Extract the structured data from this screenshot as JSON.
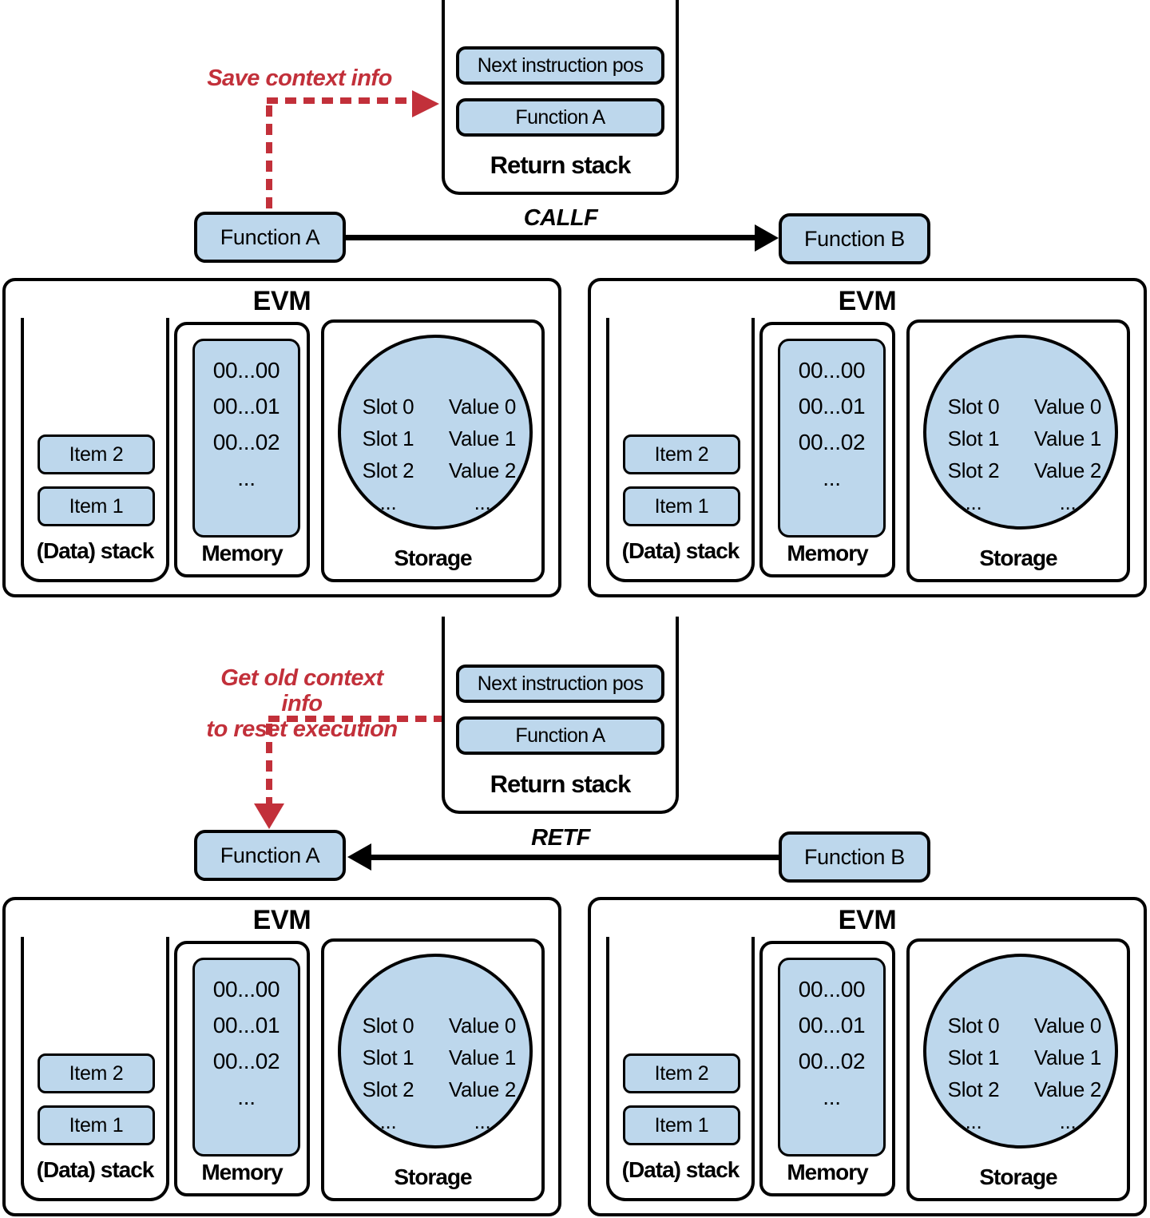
{
  "colors": {
    "fill_blue": "#BDD7EC",
    "line_black": "#000000",
    "accent_red": "#C2303A"
  },
  "top_flow": {
    "note": "Save context info",
    "opcode": "CALLF",
    "caller": "Function A",
    "callee": "Function B",
    "return_stack": {
      "label": "Return stack",
      "items": [
        "Next instruction pos",
        "Function A"
      ]
    }
  },
  "bottom_flow": {
    "note_line1": "Get old context info",
    "note_line2": "to reset execution",
    "opcode": "RETF",
    "caller": "Function A",
    "callee": "Function B",
    "return_stack": {
      "label": "Return stack",
      "items": [
        "Next instruction pos",
        "Function A"
      ]
    }
  },
  "evm": {
    "title": "EVM",
    "data_stack": {
      "label": "(Data) stack",
      "items": [
        "Item 2",
        "Item 1"
      ]
    },
    "memory": {
      "label": "Memory",
      "cells": [
        "00...00",
        "00...01",
        "00...02",
        "..."
      ]
    },
    "storage": {
      "label": "Storage",
      "rows": [
        {
          "slot": "Slot 0",
          "value": "Value 0"
        },
        {
          "slot": "Slot 1",
          "value": "Value 1"
        },
        {
          "slot": "Slot 2",
          "value": "Value 2"
        },
        {
          "slot": "...",
          "value": "..."
        }
      ]
    }
  }
}
